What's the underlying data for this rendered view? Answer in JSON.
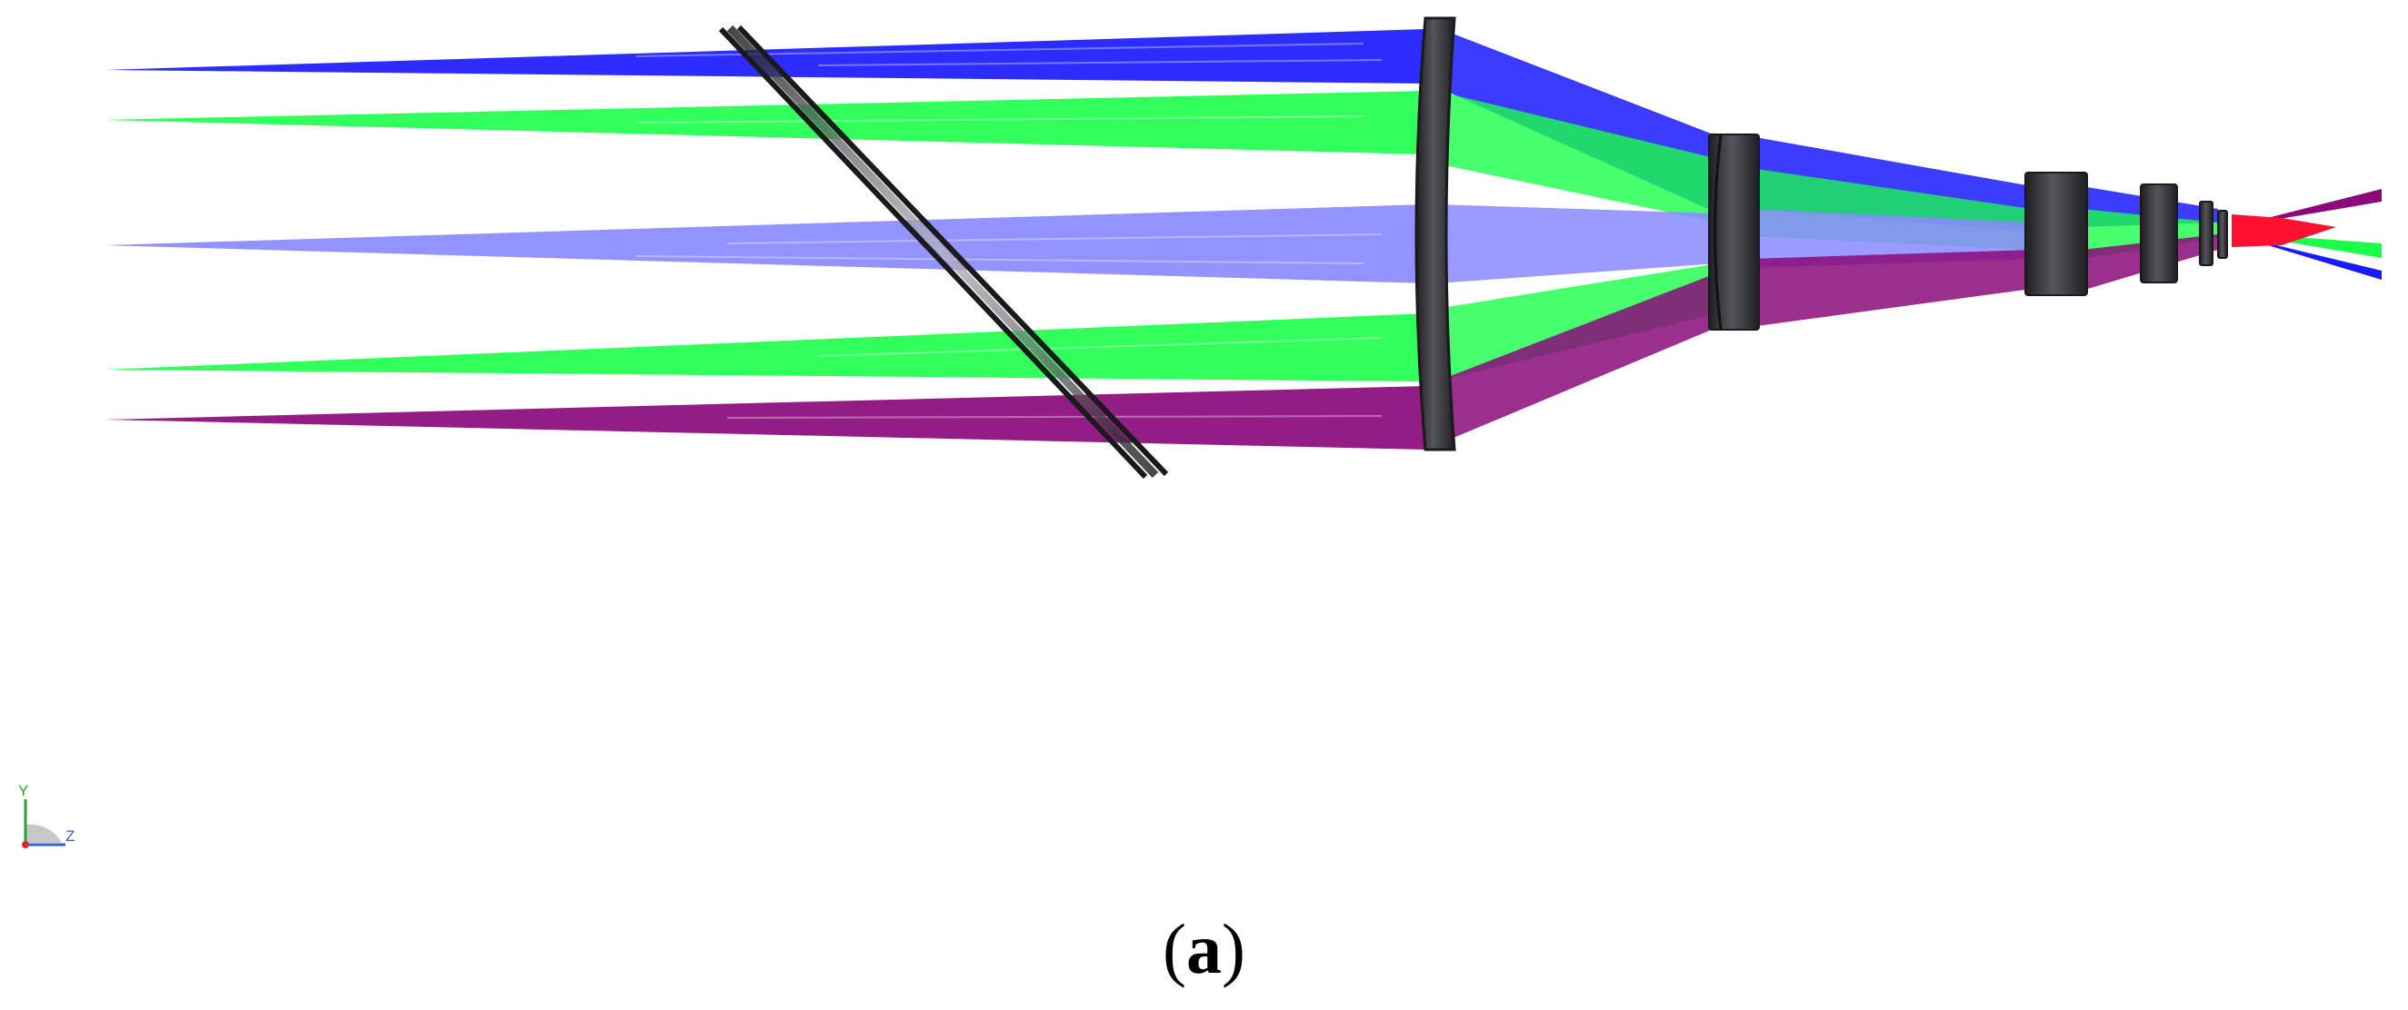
{
  "caption": {
    "open": "(",
    "letter": "a",
    "close": ")"
  },
  "axes_triad": {
    "y_label": "Y",
    "z_label": "Z"
  },
  "colors": {
    "beam_blue": "#1a1aff",
    "beam_green": "#1aff4a",
    "beam_periwinkle": "#8a8aff",
    "beam_purple": "#8a0a7a",
    "beam_red": "#ff1030",
    "lens_dark": "#2b2b2e",
    "plate_dark": "#1a1a1a",
    "axis_y": "#2aa02a",
    "axis_z": "#3a5ad8",
    "axis_x": "#d82a2a"
  },
  "elements": [
    {
      "name": "fold-plate",
      "kind": "tilted beamsplitter plate"
    },
    {
      "name": "lens-1",
      "kind": "large front lens"
    },
    {
      "name": "lens-2",
      "kind": "second lens"
    },
    {
      "name": "lens-3",
      "kind": "third lens"
    },
    {
      "name": "lens-4",
      "kind": "fourth lens"
    },
    {
      "name": "lens-5",
      "kind": "small rear lens"
    }
  ]
}
